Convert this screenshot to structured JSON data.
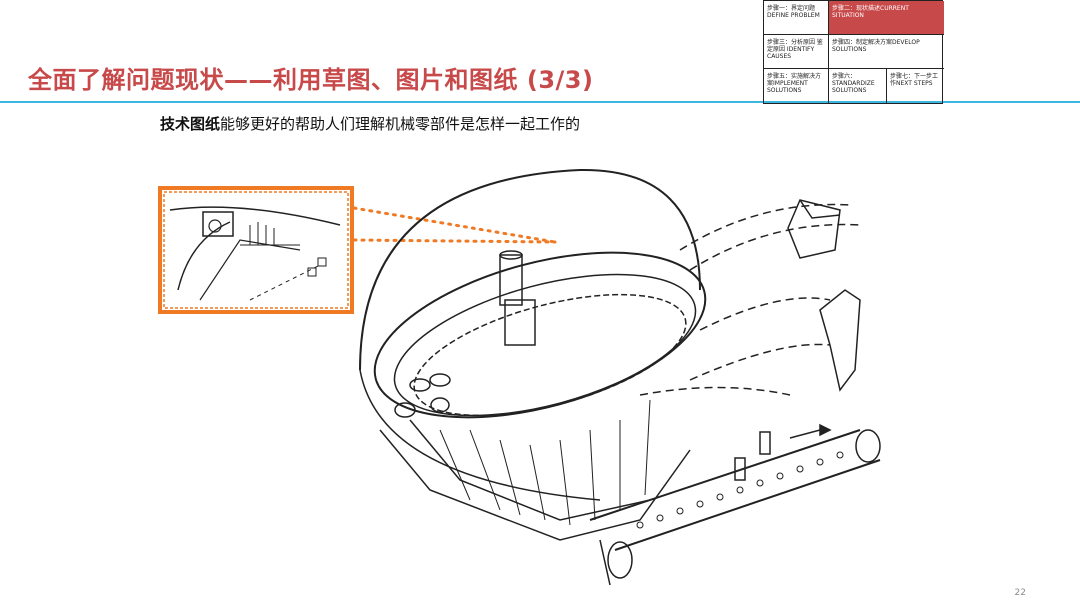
{
  "slide": {
    "title": "全面了解问题现状——利用草图、图片和图纸 (3/3)",
    "subtitle_bold": "技术图纸",
    "subtitle_rest": "能够更好的帮助人们理解机械零部件是怎样一起工作的",
    "page_number": "22"
  },
  "steps": {
    "step1": "步骤一：界定问题 DEFINE PROBLEM",
    "step2": "步骤二：现状描述CURRENT SITUATION",
    "step3": "步骤三：分析原因 鉴定原因 IDENTIFY CAUSES",
    "step4": "步骤四：制定解决方案DEVELOP SOLUTIONS",
    "step5": "步骤五：实施解决方案IMPLEMENT SOLUTIONS",
    "step6": "步骤六：STANDARDIZE SOLUTIONS",
    "step7": "步骤七：下一步工作NEXT STEPS"
  },
  "colors": {
    "title_red": "#c8494a",
    "accent_blue": "#3cb6e3",
    "highlight_orange": "#f07a24"
  },
  "icons": {
    "zoom_box": "zoom-detail-box",
    "machine": "technical-drawing-machine"
  }
}
